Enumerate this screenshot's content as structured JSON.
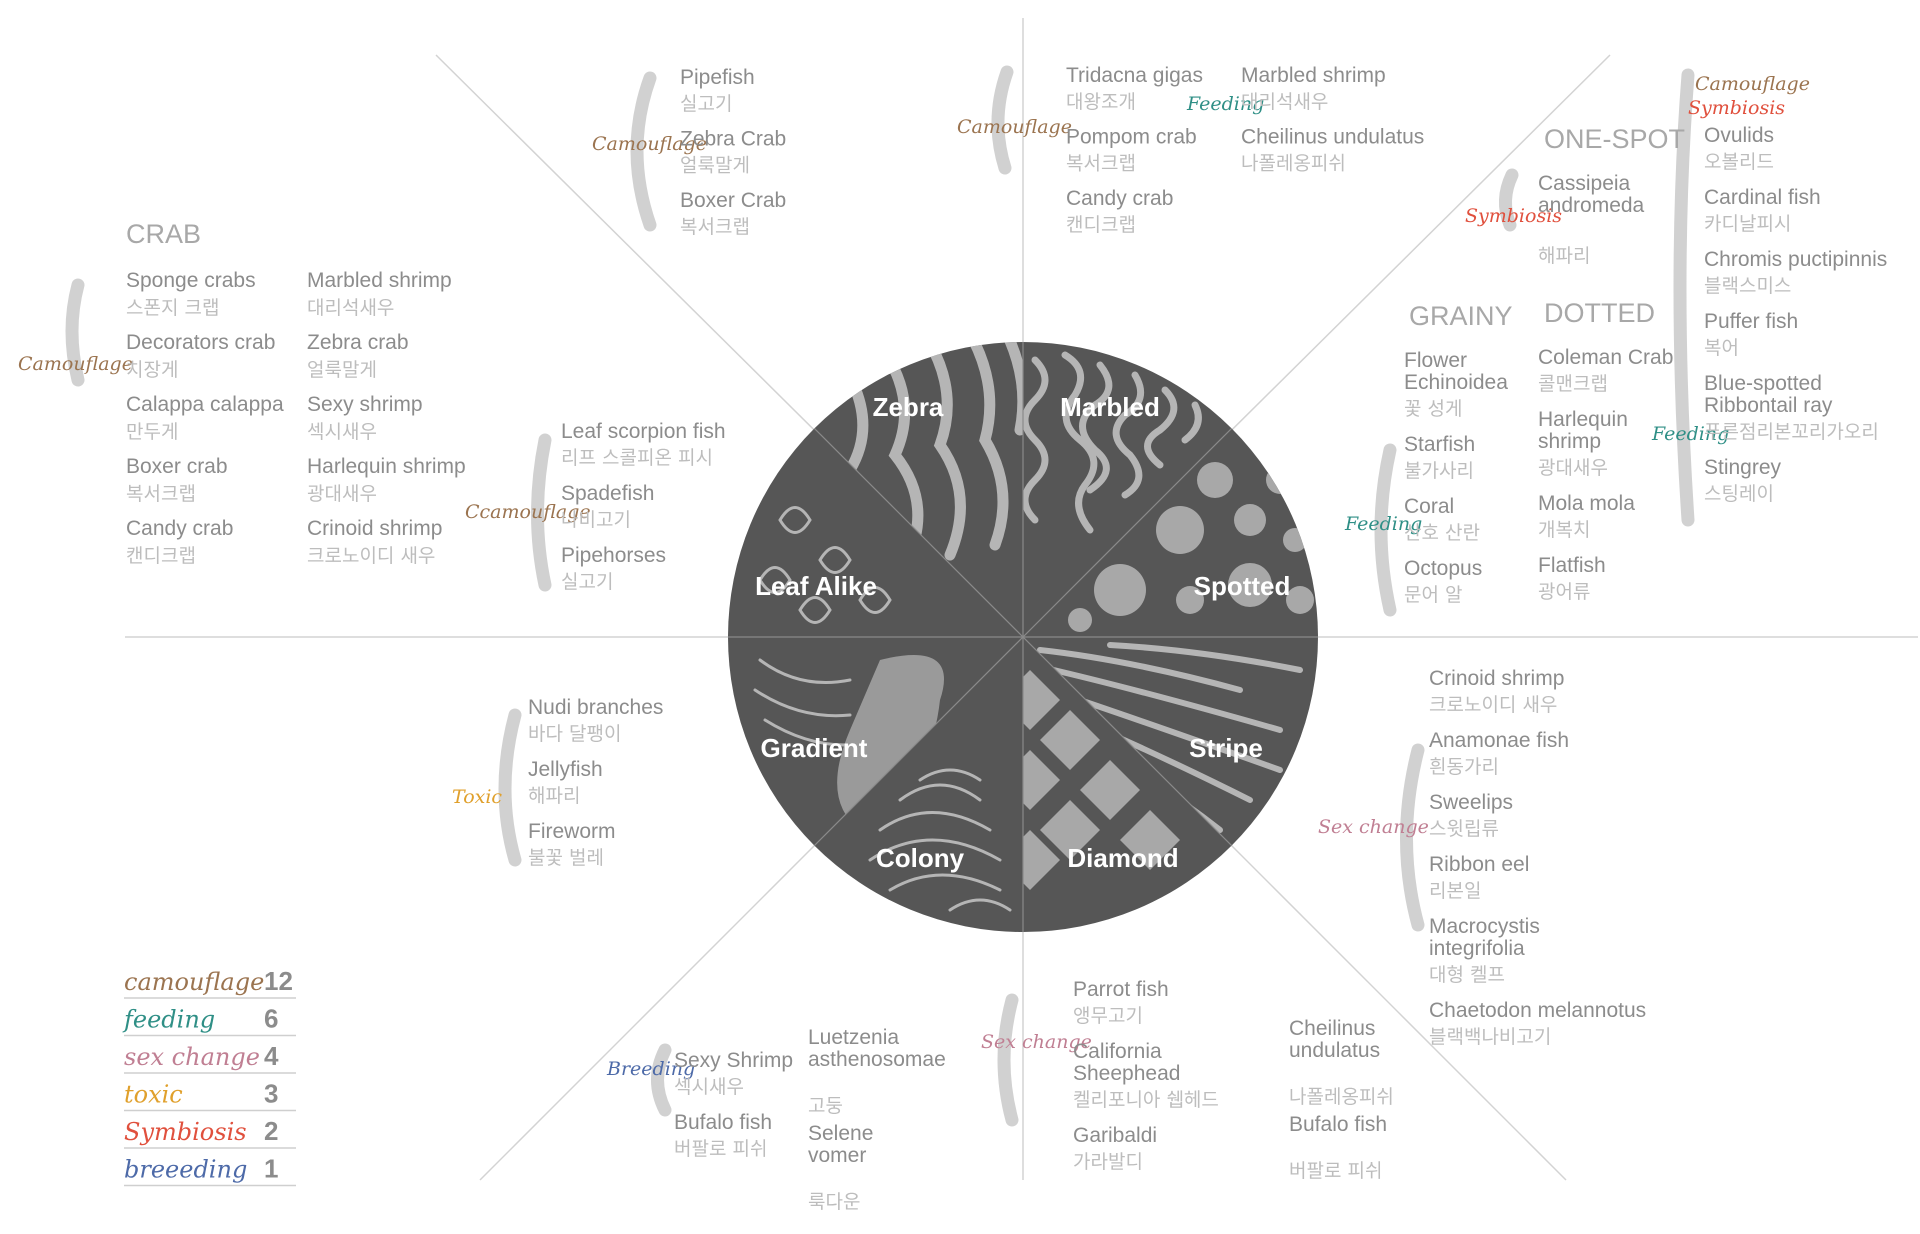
{
  "colors": {
    "camouflage": "#9b7450",
    "feeding": "#2f8f86",
    "sex_change": "#c07f93",
    "toxic": "#e0a02c",
    "symbiosis": "#e0503d",
    "breeding": "#4d6aa8",
    "wheel": "#565656",
    "text": "#8c8c8c",
    "text_ko": "#bdbdbd"
  },
  "segments": {
    "zebra": "Zebra",
    "marbled": "Marbled",
    "spotted": "Spotted",
    "stripe": "Stripe",
    "diamond": "Diamond",
    "colony": "Colony",
    "gradient": "Gradient",
    "leaf_alike": "Leaf Alike"
  },
  "headings": {
    "crab": "CRAB",
    "one_spot": "ONE-SPOT",
    "grainy": "GRAINY",
    "dotted": "DOTTED"
  },
  "tags": {
    "crab_camouflage": "Camouflage",
    "zebra_camouflage": "Camouflage",
    "marbled_camouflage": "Camouflage",
    "marbled_feeding": "Feeding",
    "onespot_camouflage": "Camouflage",
    "onespot_symbiosis_top": "Symbiosis",
    "onespot_symbiosis": "Symbiosis",
    "grainy_feeding": "Feeding",
    "dotted_feeding": "Feeding",
    "leaf_camouflage": "Ccamouflage",
    "gradient_toxic": "Toxic",
    "stripe_sex_change": "Sex change",
    "colony_breeding": "Breeding",
    "diamond_sex_change": "Sex change"
  },
  "lists": {
    "zebra": [
      {
        "en": "Pipefish",
        "ko": "실고기"
      },
      {
        "en": "Zebra Crab",
        "ko": "얼룩말게"
      },
      {
        "en": "Boxer Crab",
        "ko": "복서크랩"
      }
    ],
    "marbled_a": [
      {
        "en": "Tridacna gigas",
        "ko": "대왕조개"
      },
      {
        "en": "Pompom crab",
        "ko": "복서크랩"
      },
      {
        "en": "Candy crab",
        "ko": "캔디크랩"
      }
    ],
    "marbled_b": [
      {
        "en": "Marbled shrimp",
        "ko": "대리석새우"
      },
      {
        "en": "Cheilinus undulatus",
        "ko": "나폴레옹피쉬"
      }
    ],
    "crab_a": [
      {
        "en": "Sponge crabs",
        "ko": "스폰지 크랩"
      },
      {
        "en": "Decorators crab",
        "ko": "치장게"
      },
      {
        "en": "Calappa calappa",
        "ko": "만두게"
      },
      {
        "en": "Boxer crab",
        "ko": "복서크랩"
      },
      {
        "en": "Candy crab",
        "ko": "캔디크랩"
      }
    ],
    "crab_b": [
      {
        "en": "Marbled shrimp",
        "ko": "대리석새우"
      },
      {
        "en": "Zebra crab",
        "ko": "얼룩말게"
      },
      {
        "en": "Sexy shrimp",
        "ko": "섹시새우"
      },
      {
        "en": "Harlequin shrimp",
        "ko": "광대새우"
      },
      {
        "en": "Crinoid shrimp",
        "ko": "크로노이디 새우"
      }
    ],
    "leaf_alike": [
      {
        "en": "Leaf scorpion fish",
        "ko": "리프 스콜피온 피시"
      },
      {
        "en": "Spadefish",
        "ko": "나비고기"
      },
      {
        "en": "Pipehorses",
        "ko": "실고기"
      }
    ],
    "one_spot": [
      {
        "en": "Cassipeia andromeda",
        "ko": "해파리"
      }
    ],
    "one_spot_right": [
      {
        "en": "Ovulids",
        "ko": "오볼리드"
      },
      {
        "en": "Cardinal fish",
        "ko": "카디날피시"
      },
      {
        "en": "Chromis puctipinnis",
        "ko": "블랙스미스"
      },
      {
        "en": "Puffer fish",
        "ko": "복어"
      },
      {
        "en": "Blue-spotted Ribbontail ray",
        "ko": "푸른점리본꼬리가오리"
      },
      {
        "en": "Stingrey",
        "ko": "스팅레이"
      }
    ],
    "grainy": [
      {
        "en": "Flower Echinoidea",
        "ko": "꽃 성게"
      },
      {
        "en": "Starfish",
        "ko": "불가사리"
      },
      {
        "en": "Coral",
        "ko": "산호 산란"
      },
      {
        "en": "Octopus",
        "ko": "문어 알"
      }
    ],
    "dotted": [
      {
        "en": "Coleman Crab",
        "ko": "콜맨크랩"
      },
      {
        "en": "Harlequin shrimp",
        "ko": "광대새우"
      },
      {
        "en": "Mola mola",
        "ko": "개복치"
      },
      {
        "en": "Flatfish",
        "ko": "광어류"
      }
    ],
    "gradient": [
      {
        "en": "Nudi branches",
        "ko": "바다 달팽이"
      },
      {
        "en": "Jellyfish",
        "ko": "해파리"
      },
      {
        "en": "Fireworm",
        "ko": "불꽃 벌레"
      }
    ],
    "stripe": [
      {
        "en": "Crinoid shrimp",
        "ko": "크로노이디 새우"
      },
      {
        "en": "Anamonae fish",
        "ko": "흰동가리"
      },
      {
        "en": "Sweelips",
        "ko": "스윗립류"
      },
      {
        "en": "Ribbon eel",
        "ko": "리본일"
      },
      {
        "en": "Macrocystis integrifolia",
        "ko": "대형 켈프"
      },
      {
        "en": "Chaetodon melannotus",
        "ko": "블랙백나비고기"
      }
    ],
    "colony_a": [
      {
        "en": "Sexy Shrimp",
        "ko": "섹시새우"
      },
      {
        "en": "Bufalo fish",
        "ko": "버팔로 피쉬"
      }
    ],
    "colony_b": [
      {
        "en": "Luetzenia asthenosomae",
        "ko": "고둥"
      },
      {
        "en": "Selene vomer",
        "ko": "룩다운"
      }
    ],
    "diamond_a": [
      {
        "en": "Parrot fish",
        "ko": "앵무고기"
      },
      {
        "en": "California Sheephead",
        "ko": "켈리포니아 쉡헤드"
      },
      {
        "en": "Garibaldi",
        "ko": "가라발디"
      }
    ],
    "diamond_b": [
      {
        "en": "Cheilinus undulatus",
        "ko": "나폴레옹피쉬"
      },
      {
        "en": "Bufalo fish",
        "ko": "버팔로 피쉬"
      }
    ]
  },
  "legend": [
    {
      "label": "camouflage",
      "count": "12",
      "color_key": "camouflage"
    },
    {
      "label": "feeding",
      "count": "6",
      "color_key": "feeding"
    },
    {
      "label": "sex change",
      "count": "4",
      "color_key": "sex_change"
    },
    {
      "label": "toxic",
      "count": "3",
      "color_key": "toxic"
    },
    {
      "label": "Symbiosis",
      "count": "2",
      "color_key": "symbiosis"
    },
    {
      "label": "breeeding",
      "count": "1",
      "color_key": "breeding"
    }
  ]
}
